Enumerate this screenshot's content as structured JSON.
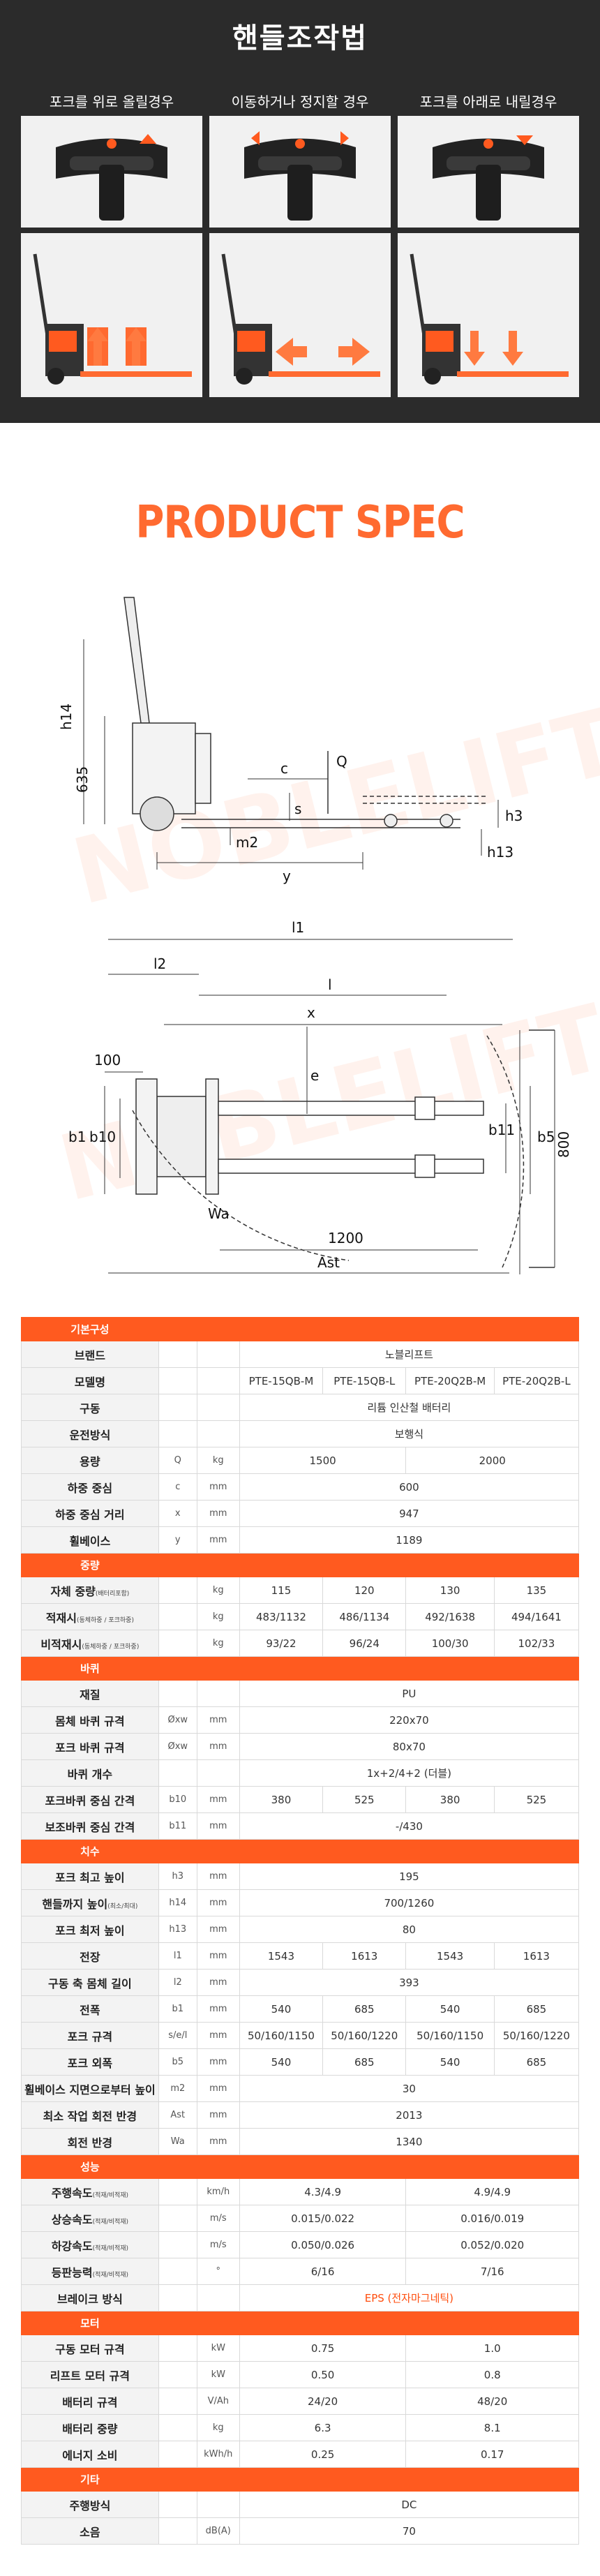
{
  "header": {
    "title": "핸들조작법"
  },
  "handle_panels": [
    {
      "caption": "포크를 위로 올릴경우",
      "arrow": "up"
    },
    {
      "caption": "이동하거나 정지할 경우",
      "arrow": "left-right"
    },
    {
      "caption": "포크를 아래로 내릴경우",
      "arrow": "down"
    }
  ],
  "spec_title": "PRODUCT SPEC",
  "watermark": "NOBLELIFT",
  "drawing_side": {
    "labels": {
      "h14": "h14",
      "h635": "635",
      "c": "c",
      "Q": "Q",
      "s": "s",
      "h3": "h3",
      "m2": "m2",
      "h13": "h13",
      "y": "y"
    }
  },
  "drawing_top": {
    "labels": {
      "l1": "l1",
      "l2": "l2",
      "l": "l",
      "x": "x",
      "w100": "100",
      "b1": "b1",
      "b10": "b10",
      "e": "e",
      "b11": "b11",
      "b5": "b5",
      "w800": "800",
      "Wa": "Wa",
      "w1200": "1200",
      "Ast": "Ast"
    }
  },
  "spec_table": {
    "sections": [
      {
        "title": "기본구성",
        "rows": [
          {
            "label": "브랜드",
            "sym": "",
            "unit": "",
            "values": [
              {
                "text": "노블리프트",
                "span": 4
              }
            ]
          },
          {
            "label": "모델명",
            "sym": "",
            "unit": "",
            "values": [
              {
                "text": "PTE-15QB-M",
                "span": 1
              },
              {
                "text": "PTE-15QB-L",
                "span": 1
              },
              {
                "text": "PTE-20Q2B-M",
                "span": 1
              },
              {
                "text": "PTE-20Q2B-L",
                "span": 1
              }
            ]
          },
          {
            "label": "구동",
            "sym": "",
            "unit": "",
            "values": [
              {
                "text": "리튬 인산철 배터리",
                "span": 4
              }
            ]
          },
          {
            "label": "운전방식",
            "sym": "",
            "unit": "",
            "values": [
              {
                "text": "보행식",
                "span": 4
              }
            ]
          },
          {
            "label": "용량",
            "sym": "Q",
            "unit": "kg",
            "values": [
              {
                "text": "1500",
                "span": 2
              },
              {
                "text": "2000",
                "span": 2
              }
            ]
          },
          {
            "label": "하중 중심",
            "sym": "c",
            "unit": "mm",
            "values": [
              {
                "text": "600",
                "span": 4
              }
            ]
          },
          {
            "label": "하중 중심 거리",
            "sym": "x",
            "unit": "mm",
            "values": [
              {
                "text": "947",
                "span": 4
              }
            ]
          },
          {
            "label": "휠베이스",
            "sym": "y",
            "unit": "mm",
            "values": [
              {
                "text": "1189",
                "span": 4
              }
            ]
          }
        ]
      },
      {
        "title": "중량",
        "rows": [
          {
            "label": "자체 중량",
            "note": "(배터리포함)",
            "sym": "",
            "unit": "kg",
            "values": [
              {
                "text": "115",
                "span": 1
              },
              {
                "text": "120",
                "span": 1
              },
              {
                "text": "130",
                "span": 1
              },
              {
                "text": "135",
                "span": 1
              }
            ]
          },
          {
            "label": "적재시",
            "note": "(동체하중 / 포크하중)",
            "sym": "",
            "unit": "kg",
            "values": [
              {
                "text": "483/1132",
                "span": 1
              },
              {
                "text": "486/1134",
                "span": 1
              },
              {
                "text": "492/1638",
                "span": 1
              },
              {
                "text": "494/1641",
                "span": 1
              }
            ]
          },
          {
            "label": "비적재시",
            "note": "(동체하중 / 포크하중)",
            "sym": "",
            "unit": "kg",
            "values": [
              {
                "text": "93/22",
                "span": 1
              },
              {
                "text": "96/24",
                "span": 1
              },
              {
                "text": "100/30",
                "span": 1
              },
              {
                "text": "102/33",
                "span": 1
              }
            ]
          }
        ]
      },
      {
        "title": "바퀴",
        "rows": [
          {
            "label": "재질",
            "sym": "",
            "unit": "",
            "values": [
              {
                "text": "PU",
                "span": 4
              }
            ]
          },
          {
            "label": "몸체 바퀴 규격",
            "sym": "Øxw",
            "unit": "mm",
            "values": [
              {
                "text": "220x70",
                "span": 4
              }
            ]
          },
          {
            "label": "포크 바퀴 규격",
            "sym": "Øxw",
            "unit": "mm",
            "values": [
              {
                "text": "80x70",
                "span": 4
              }
            ]
          },
          {
            "label": "바퀴 개수",
            "sym": "",
            "unit": "",
            "values": [
              {
                "text": "1x+2/4+2 (더블)",
                "span": 4
              }
            ]
          },
          {
            "label": "포크바퀴 중심 간격",
            "sym": "b10",
            "unit": "mm",
            "values": [
              {
                "text": "380",
                "span": 1
              },
              {
                "text": "525",
                "span": 1
              },
              {
                "text": "380",
                "span": 1
              },
              {
                "text": "525",
                "span": 1
              }
            ]
          },
          {
            "label": "보조바퀴 중심 간격",
            "sym": "b11",
            "unit": "mm",
            "values": [
              {
                "text": "-/430",
                "span": 4
              }
            ]
          }
        ]
      },
      {
        "title": "치수",
        "rows": [
          {
            "label": "포크 최고 높이",
            "sym": "h3",
            "unit": "mm",
            "values": [
              {
                "text": "195",
                "span": 4
              }
            ]
          },
          {
            "label": "핸들까지 높이",
            "note": "(최소/최대)",
            "sym": "h14",
            "unit": "mm",
            "values": [
              {
                "text": "700/1260",
                "span": 4
              }
            ]
          },
          {
            "label": "포크 최저 높이",
            "sym": "h13",
            "unit": "mm",
            "values": [
              {
                "text": "80",
                "span": 4
              }
            ]
          },
          {
            "label": "전장",
            "sym": "l1",
            "unit": "mm",
            "values": [
              {
                "text": "1543",
                "span": 1
              },
              {
                "text": "1613",
                "span": 1
              },
              {
                "text": "1543",
                "span": 1
              },
              {
                "text": "1613",
                "span": 1
              }
            ]
          },
          {
            "label": "구동 축 몸체 길이",
            "sym": "l2",
            "unit": "mm",
            "values": [
              {
                "text": "393",
                "span": 4
              }
            ]
          },
          {
            "label": "전폭",
            "sym": "b1",
            "unit": "mm",
            "values": [
              {
                "text": "540",
                "span": 1
              },
              {
                "text": "685",
                "span": 1
              },
              {
                "text": "540",
                "span": 1
              },
              {
                "text": "685",
                "span": 1
              }
            ]
          },
          {
            "label": "포크 규격",
            "sym": "s/e/l",
            "unit": "mm",
            "values": [
              {
                "text": "50/160/1150",
                "span": 1
              },
              {
                "text": "50/160/1220",
                "span": 1
              },
              {
                "text": "50/160/1150",
                "span": 1
              },
              {
                "text": "50/160/1220",
                "span": 1
              }
            ]
          },
          {
            "label": "포크 외폭",
            "sym": "b5",
            "unit": "mm",
            "values": [
              {
                "text": "540",
                "span": 1
              },
              {
                "text": "685",
                "span": 1
              },
              {
                "text": "540",
                "span": 1
              },
              {
                "text": "685",
                "span": 1
              }
            ]
          },
          {
            "label": "휠베이스 지면으로부터 높이",
            "sym": "m2",
            "unit": "mm",
            "values": [
              {
                "text": "30",
                "span": 4
              }
            ]
          },
          {
            "label": "최소 작업 회전 반경",
            "sym": "Ast",
            "unit": "mm",
            "values": [
              {
                "text": "2013",
                "span": 4
              }
            ]
          },
          {
            "label": "회전 반경",
            "sym": "Wa",
            "unit": "mm",
            "values": [
              {
                "text": "1340",
                "span": 4
              }
            ]
          }
        ]
      },
      {
        "title": "성능",
        "rows": [
          {
            "label": "주행속도",
            "note": "(적재/비적재)",
            "sym": "",
            "unit": "km/h",
            "values": [
              {
                "text": "4.3/4.9",
                "span": 2
              },
              {
                "text": "4.9/4.9",
                "span": 2
              }
            ]
          },
          {
            "label": "상승속도",
            "note": "(적재/비적재)",
            "sym": "",
            "unit": "m/s",
            "values": [
              {
                "text": "0.015/0.022",
                "span": 2
              },
              {
                "text": "0.016/0.019",
                "span": 2
              }
            ]
          },
          {
            "label": "하강속도",
            "note": "(적재/비적재)",
            "sym": "",
            "unit": "m/s",
            "values": [
              {
                "text": "0.050/0.026",
                "span": 2
              },
              {
                "text": "0.052/0.020",
                "span": 2
              }
            ]
          },
          {
            "label": "등판능력",
            "note": "(적재/비적재)",
            "sym": "",
            "unit": "°",
            "values": [
              {
                "text": "6/16",
                "span": 2
              },
              {
                "text": "7/16",
                "span": 2
              }
            ]
          },
          {
            "label": "브레이크 방식",
            "sym": "",
            "unit": "",
            "highlight": true,
            "values": [
              {
                "text": "EPS (전자마그네틱)",
                "span": 4
              }
            ]
          }
        ]
      },
      {
        "title": "모터",
        "rows": [
          {
            "label": "구동 모터 규격",
            "sym": "",
            "unit": "kW",
            "values": [
              {
                "text": "0.75",
                "span": 2
              },
              {
                "text": "1.0",
                "span": 2
              }
            ]
          },
          {
            "label": "리프트 모터 규격",
            "sym": "",
            "unit": "kW",
            "values": [
              {
                "text": "0.50",
                "span": 2
              },
              {
                "text": "0.8",
                "span": 2
              }
            ]
          },
          {
            "label": "배터리 규격",
            "sym": "",
            "unit": "V/Ah",
            "values": [
              {
                "text": "24/20",
                "span": 2
              },
              {
                "text": "48/20",
                "span": 2
              }
            ]
          },
          {
            "label": "배터리 중량",
            "sym": "",
            "unit": "kg",
            "values": [
              {
                "text": "6.3",
                "span": 2
              },
              {
                "text": "8.1",
                "span": 2
              }
            ]
          },
          {
            "label": "에너지 소비",
            "sym": "",
            "unit": "kWh/h",
            "values": [
              {
                "text": "0.25",
                "span": 2
              },
              {
                "text": "0.17",
                "span": 2
              }
            ]
          }
        ]
      },
      {
        "title": "기타",
        "rows": [
          {
            "label": "주행방식",
            "sym": "",
            "unit": "",
            "values": [
              {
                "text": "DC",
                "span": 4
              }
            ]
          },
          {
            "label": "소음",
            "sym": "",
            "unit": "dB(A)",
            "values": [
              {
                "text": "70",
                "span": 4
              }
            ]
          }
        ]
      }
    ]
  },
  "colors": {
    "accent": "#ff5a1f",
    "dark_bg": "#2b2b2b",
    "label_bg": "#f3f3f3"
  }
}
